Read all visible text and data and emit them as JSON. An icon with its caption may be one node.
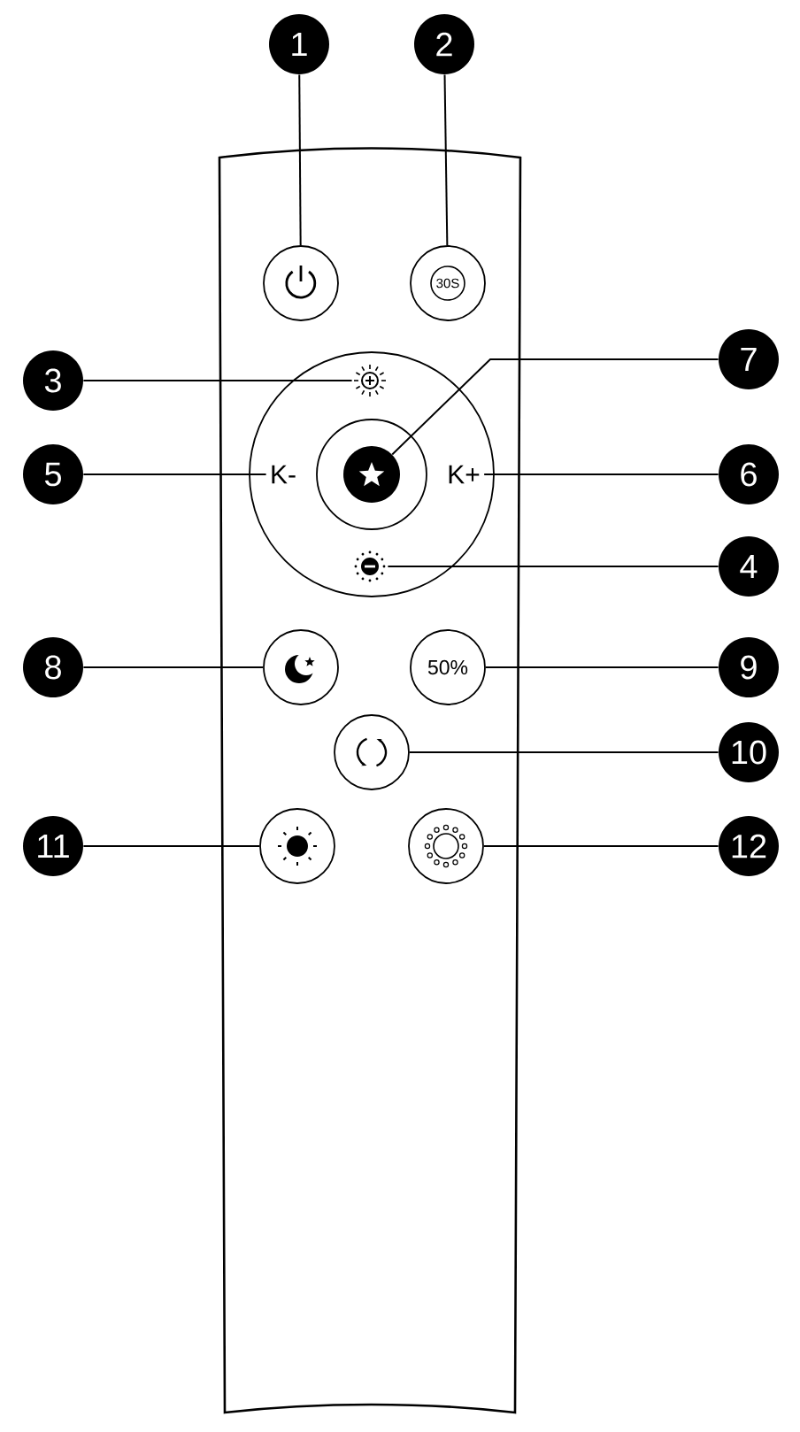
{
  "diagram": {
    "nodes": [
      {
        "text": [
          "1"
        ]
      },
      {
        "text": [
          "2"
        ]
      },
      {
        "text": [],
        "shape": "circle"
      },
      {
        "text": [
          "30S"
        ]
      },
      {
        "text": [
          "3"
        ]
      },
      {
        "text": [
          "7"
        ]
      },
      {
        "text": [],
        "shape": "picture"
      },
      {
        "text": [],
        "shape": "circle"
      },
      {
        "text": [
          "5"
        ]
      },
      {
        "text": [
          "K-"
        ]
      },
      {
        "text": [
          "K+"
        ]
      },
      {
        "text": [
          "6"
        ]
      },
      {
        "text": [],
        "shape": "picture"
      },
      {
        "text": [
          "4"
        ]
      },
      {
        "text": [
          "8"
        ]
      },
      {
        "text": [],
        "shape": "circle"
      },
      {
        "text": [
          "50%"
        ]
      },
      {
        "text": [
          "9"
        ]
      },
      {
        "text": [],
        "shape": "circle"
      },
      {
        "text": [
          "10"
        ]
      },
      {
        "text": [
          "11"
        ]
      },
      {
        "text": [],
        "shape": "circle"
      },
      {
        "text": [],
        "shape": "circle"
      },
      {
        "text": [
          "12"
        ]
      }
    ],
    "edges": [
      {
        "from": 0,
        "to": 2,
        "arrow": "none"
      },
      {
        "from": 1,
        "to": 3,
        "arrow": "none"
      },
      {
        "from": 4,
        "to": 6,
        "arrow": "none"
      },
      {
        "from": 5,
        "to": 7,
        "arrow": "none"
      },
      {
        "from": 8,
        "to": 9,
        "arrow": "none"
      },
      {
        "from": 10,
        "to": 11,
        "arrow": "none"
      },
      {
        "from": 12,
        "to": 13,
        "arrow": "none"
      },
      {
        "from": 14,
        "to": 15,
        "arrow": "none"
      },
      {
        "from": 16,
        "to": 17,
        "arrow": "none"
      },
      {
        "from": 18,
        "to": 19,
        "arrow": "none"
      },
      {
        "from": 20,
        "to": 21,
        "arrow": "none"
      },
      {
        "from": 22,
        "to": 23,
        "arrow": "none"
      }
    ]
  }
}
